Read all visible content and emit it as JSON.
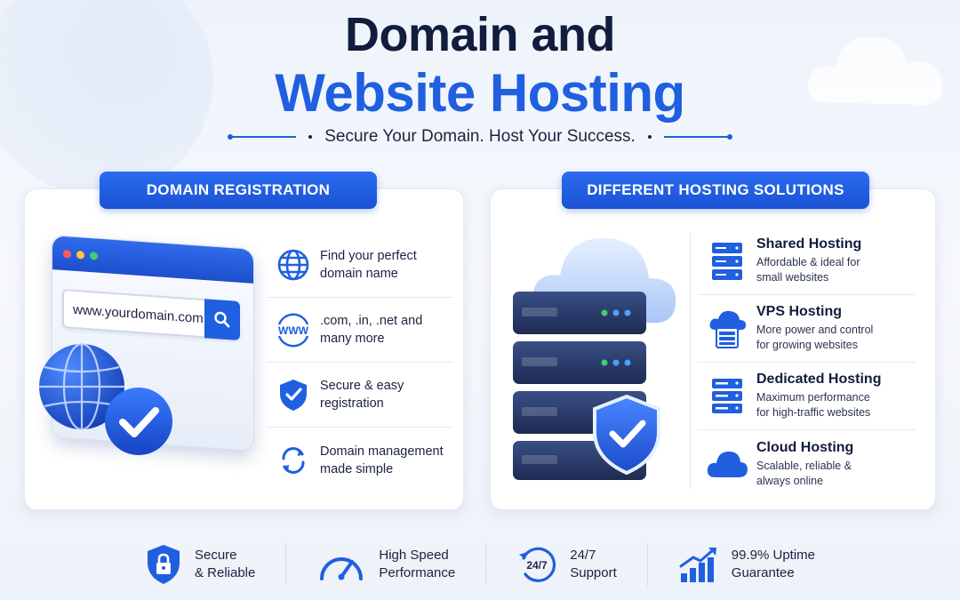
{
  "header": {
    "title_line1": "Domain and",
    "title_line2": "Website Hosting",
    "subtitle": "Secure Your Domain. Host Your Success."
  },
  "domain_panel": {
    "badge": "DOMAIN REGISTRATION",
    "url_text": "www.yourdomain.com",
    "features": [
      {
        "icon": "globe-icon",
        "line1": "Find your perfect",
        "line2": "domain name"
      },
      {
        "icon": "www-icon",
        "line1": ".com, .in, .net and",
        "line2": "many more"
      },
      {
        "icon": "shield-check-icon",
        "line1": "Secure & easy",
        "line2": "registration"
      },
      {
        "icon": "refresh-icon",
        "line1": "Domain management",
        "line2": "made simple"
      }
    ]
  },
  "hosting_panel": {
    "badge": "DIFFERENT HOSTING SOLUTIONS",
    "plans": [
      {
        "icon": "server-stack-icon",
        "name": "Shared Hosting",
        "desc1": "Affordable & ideal for",
        "desc2": "small websites"
      },
      {
        "icon": "cloud-server-icon",
        "name": "VPS Hosting",
        "desc1": "More power and control",
        "desc2": "for growing websites"
      },
      {
        "icon": "server-rack-icon",
        "name": "Dedicated Hosting",
        "desc1": "Maximum performance",
        "desc2": "for high-traffic websites"
      },
      {
        "icon": "cloud-icon",
        "name": "Cloud Hosting",
        "desc1": "Scalable, reliable &",
        "desc2": "always online"
      }
    ]
  },
  "bottom_bar": [
    {
      "icon": "lock-shield-icon",
      "line1": "Secure",
      "line2": "& Reliable"
    },
    {
      "icon": "speedometer-icon",
      "line1": "High Speed",
      "line2": "Performance"
    },
    {
      "icon": "support-24-7-icon",
      "icon_text": "24/7",
      "line1": "24/7",
      "line2": "Support"
    },
    {
      "icon": "growth-chart-icon",
      "line1": "99.9% Uptime",
      "line2": "Guarantee"
    }
  ],
  "colors": {
    "accent": "#1f5fe0",
    "dark": "#121c3d",
    "background": "#f2f5fb"
  }
}
